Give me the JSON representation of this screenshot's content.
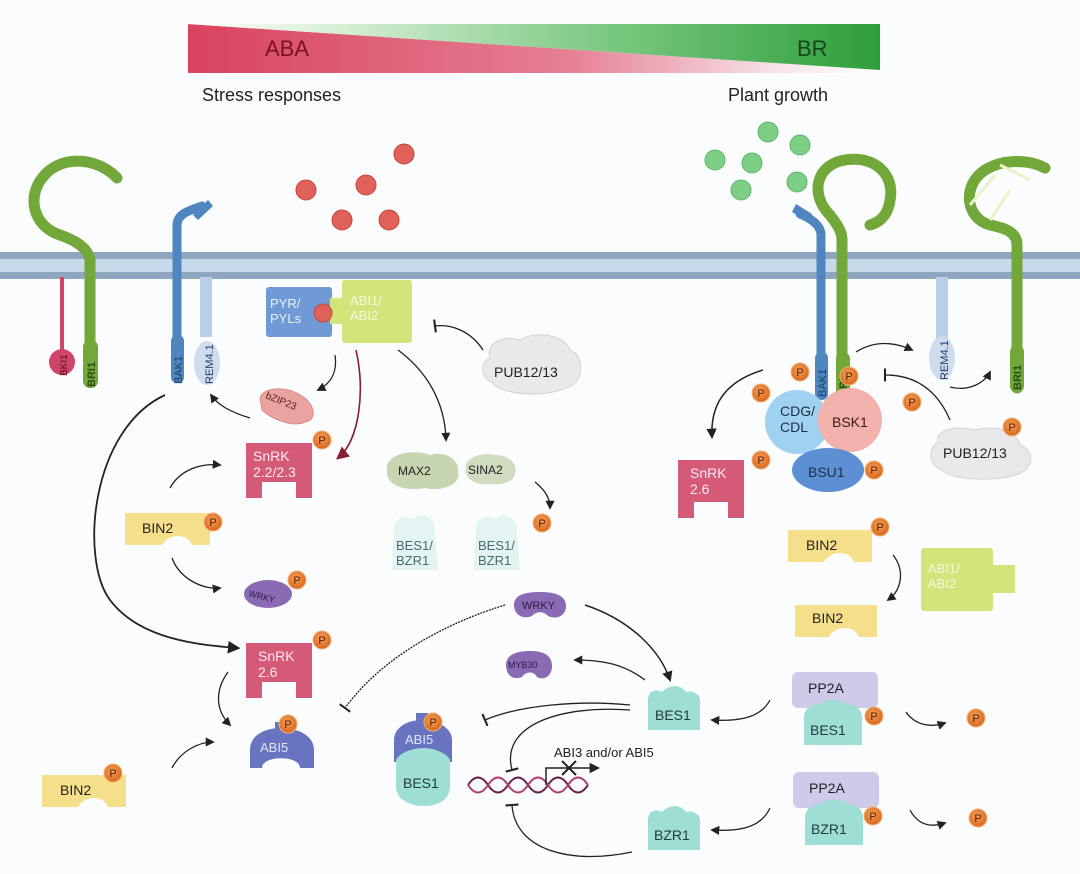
{
  "gradient_bar": {
    "left_label": "ABA",
    "right_label": "BR",
    "left_caption": "Stress responses",
    "right_caption": "Plant growth",
    "colors": {
      "aba": "#d9435f",
      "br": "#2e9e3a"
    }
  },
  "colors": {
    "aba_ligand": "#e0605a",
    "br_ligand": "#7dcf85",
    "bri1": "#72a83a",
    "bak1": "#4f86c0",
    "bki1": "#cf4569",
    "rem": "#b9cfe9",
    "membrane_dark": "#8ea6bf",
    "membrane_light": "#c9d9ec",
    "snrk": "#d45a78",
    "bin2": "#f6df8a",
    "abi12": "#d2e57a",
    "pyr": "#6f9ad6",
    "abi5": "#6874bf",
    "bes1": "#9fded4",
    "wrky": "#8a6ab3",
    "pp2a": "#cfc9ea",
    "phospho": "#e07a2a"
  },
  "left_membrane": {
    "bki1": "BKI1",
    "bri1": "BRI1",
    "bak1": "BAK1",
    "rem41": "REM4.1"
  },
  "aba_complex": {
    "pyr": "PYR/\nPYLs",
    "abi": "ABI1/\nABI2"
  },
  "pub_left": "PUB12/13",
  "bzip23": "bZIP23",
  "snrk22": "SnRK\n2.2/2.3",
  "max2": "MAX2",
  "sina2": "SINA2",
  "bes_bzr_a": "BES1/\nBZR1",
  "bes_bzr_b": "BES1/\nBZR1",
  "bin2_left": "BIN2",
  "wrky_small": "WRKY",
  "snrk26_left": "SnRK\n2.6",
  "abi5_left": "ABI5",
  "bin2_bottom": "BIN2",
  "wrky_mid": "WRKY",
  "myb30": "MYB30",
  "abi5_complex": {
    "abi5": "ABI5",
    "bes1": "BES1"
  },
  "promoter_label": "ABI3 and/or ABI5",
  "bes1_mid": "BES1",
  "bzr1_mid": "BZR1",
  "right_membrane": {
    "bak1": "BAK1",
    "bri1": "BRI1",
    "rem41": "REM4.1",
    "bri1_far": "BRI1"
  },
  "br_complex": {
    "cdg": "CDG/\nCDL",
    "bsk1": "BSK1",
    "bsu1": "BSU1"
  },
  "pub_right": "PUB12/13",
  "snrk26_right": "SnRK\n2.6",
  "bin2_right_top": "BIN2",
  "bin2_right_bottom": "BIN2",
  "abi12_right": "ABI1/\nABI2",
  "pp2a_bes1": {
    "pp2a": "PP2A",
    "target": "BES1"
  },
  "pp2a_bzr1": {
    "pp2a": "PP2A",
    "target": "BZR1"
  },
  "phospho_label": "P"
}
